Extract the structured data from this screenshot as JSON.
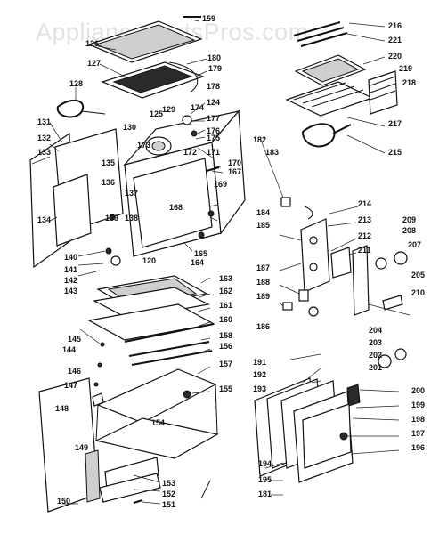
{
  "watermark": "AppliancePartsPros.com",
  "callouts": [
    {
      "id": "c159",
      "text": "159"
    },
    {
      "id": "c126",
      "text": "126"
    },
    {
      "id": "c127",
      "text": "127"
    },
    {
      "id": "c180",
      "text": "180"
    },
    {
      "id": "c179",
      "text": "179"
    },
    {
      "id": "c128",
      "text": "128"
    },
    {
      "id": "c178",
      "text": "178"
    },
    {
      "id": "c124",
      "text": "124"
    },
    {
      "id": "c129",
      "text": "129"
    },
    {
      "id": "c174",
      "text": "174"
    },
    {
      "id": "c125",
      "text": "125"
    },
    {
      "id": "c177",
      "text": "177"
    },
    {
      "id": "c131",
      "text": "131"
    },
    {
      "id": "c132",
      "text": "132"
    },
    {
      "id": "c133",
      "text": "133"
    },
    {
      "id": "c130",
      "text": "130"
    },
    {
      "id": "c173",
      "text": "173"
    },
    {
      "id": "c176",
      "text": "176"
    },
    {
      "id": "c175",
      "text": "175"
    },
    {
      "id": "c172",
      "text": "172"
    },
    {
      "id": "c171",
      "text": "171"
    },
    {
      "id": "c170",
      "text": "170"
    },
    {
      "id": "c167",
      "text": "167"
    },
    {
      "id": "c169",
      "text": "169"
    },
    {
      "id": "c135",
      "text": "135"
    },
    {
      "id": "c136",
      "text": "136"
    },
    {
      "id": "c137",
      "text": "137"
    },
    {
      "id": "c168",
      "text": "168"
    },
    {
      "id": "c139",
      "text": "139"
    },
    {
      "id": "c138",
      "text": "138"
    },
    {
      "id": "c134",
      "text": "134"
    },
    {
      "id": "c165",
      "text": "165"
    },
    {
      "id": "c164",
      "text": "164"
    },
    {
      "id": "c140",
      "text": "140"
    },
    {
      "id": "c120",
      "text": "120"
    },
    {
      "id": "c141",
      "text": "141"
    },
    {
      "id": "c142",
      "text": "142"
    },
    {
      "id": "c143",
      "text": "143"
    },
    {
      "id": "c163",
      "text": "163"
    },
    {
      "id": "c162",
      "text": "162"
    },
    {
      "id": "c161",
      "text": "161"
    },
    {
      "id": "c160",
      "text": "160"
    },
    {
      "id": "c158",
      "text": "158"
    },
    {
      "id": "c156",
      "text": "156"
    },
    {
      "id": "c145",
      "text": "145"
    },
    {
      "id": "c144",
      "text": "144"
    },
    {
      "id": "c146",
      "text": "146"
    },
    {
      "id": "c147",
      "text": "147"
    },
    {
      "id": "c148",
      "text": "148"
    },
    {
      "id": "c157",
      "text": "157"
    },
    {
      "id": "c155",
      "text": "155"
    },
    {
      "id": "c154",
      "text": "154"
    },
    {
      "id": "c149",
      "text": "149"
    },
    {
      "id": "c153",
      "text": "153"
    },
    {
      "id": "c152",
      "text": "152"
    },
    {
      "id": "c150",
      "text": "150"
    },
    {
      "id": "c151",
      "text": "151"
    },
    {
      "id": "c216",
      "text": "216"
    },
    {
      "id": "c221",
      "text": "221"
    },
    {
      "id": "c220",
      "text": "220"
    },
    {
      "id": "c219",
      "text": "219"
    },
    {
      "id": "c218",
      "text": "218"
    },
    {
      "id": "c217",
      "text": "217"
    },
    {
      "id": "c215",
      "text": "215"
    },
    {
      "id": "c182",
      "text": "182"
    },
    {
      "id": "c183",
      "text": "183"
    },
    {
      "id": "c214",
      "text": "214"
    },
    {
      "id": "c213",
      "text": "213"
    },
    {
      "id": "c212",
      "text": "212"
    },
    {
      "id": "c211",
      "text": "211"
    },
    {
      "id": "c185",
      "text": "185"
    },
    {
      "id": "c184",
      "text": "184"
    },
    {
      "id": "c187",
      "text": "187"
    },
    {
      "id": "c188",
      "text": "188"
    },
    {
      "id": "c189",
      "text": "189"
    },
    {
      "id": "c186",
      "text": "186"
    },
    {
      "id": "c209",
      "text": "209"
    },
    {
      "id": "c208",
      "text": "208"
    },
    {
      "id": "c207",
      "text": "207"
    },
    {
      "id": "c205",
      "text": "205"
    },
    {
      "id": "c210",
      "text": "210"
    },
    {
      "id": "c204",
      "text": "204"
    },
    {
      "id": "c203",
      "text": "203"
    },
    {
      "id": "c202",
      "text": "202"
    },
    {
      "id": "c201",
      "text": "201"
    },
    {
      "id": "c191",
      "text": "191"
    },
    {
      "id": "c192",
      "text": "192"
    },
    {
      "id": "c193",
      "text": "193"
    },
    {
      "id": "c200",
      "text": "200"
    },
    {
      "id": "c199",
      "text": "199"
    },
    {
      "id": "c198",
      "text": "198"
    },
    {
      "id": "c197",
      "text": "197"
    },
    {
      "id": "c196",
      "text": "196"
    },
    {
      "id": "c194",
      "text": "194"
    },
    {
      "id": "c195",
      "text": "195"
    },
    {
      "id": "c181",
      "text": "181"
    }
  ]
}
